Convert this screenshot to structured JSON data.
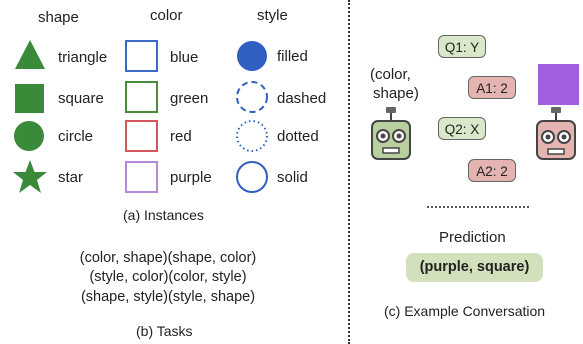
{
  "instances": {
    "headers": {
      "shape": "shape",
      "color": "color",
      "style": "style"
    },
    "shapes": [
      "triangle",
      "square",
      "circle",
      "star"
    ],
    "colors": [
      "blue",
      "green",
      "red",
      "purple"
    ],
    "styles": [
      "filled",
      "dashed",
      "dotted",
      "solid"
    ],
    "caption": "(a) Instances",
    "icon_colors": {
      "shape_fill": "#3a8a3a",
      "blue": "#3b6bc4",
      "green": "#4b8b3b",
      "red": "#d05a5a",
      "purple": "#b48ad8"
    }
  },
  "tasks": {
    "lines": [
      "(color, shape)(shape, color)",
      "(style, color)(color, style)",
      "(shape, style)(style, shape)"
    ],
    "caption": "(b) Tasks"
  },
  "conversation": {
    "prompt_line1": "(color,",
    "prompt_line2": "shape)",
    "q1": "Q1: Y",
    "a1": "A1: 2",
    "q2": "Q2: X",
    "a2": "A2: 2",
    "prediction_label": "Prediction",
    "prediction_value": "(purple, square)",
    "caption": "(c) Example Conversation",
    "target_color": "#a45ee0",
    "robot_left_color": "#b8d0a0",
    "robot_right_color": "#e3b4b0"
  }
}
